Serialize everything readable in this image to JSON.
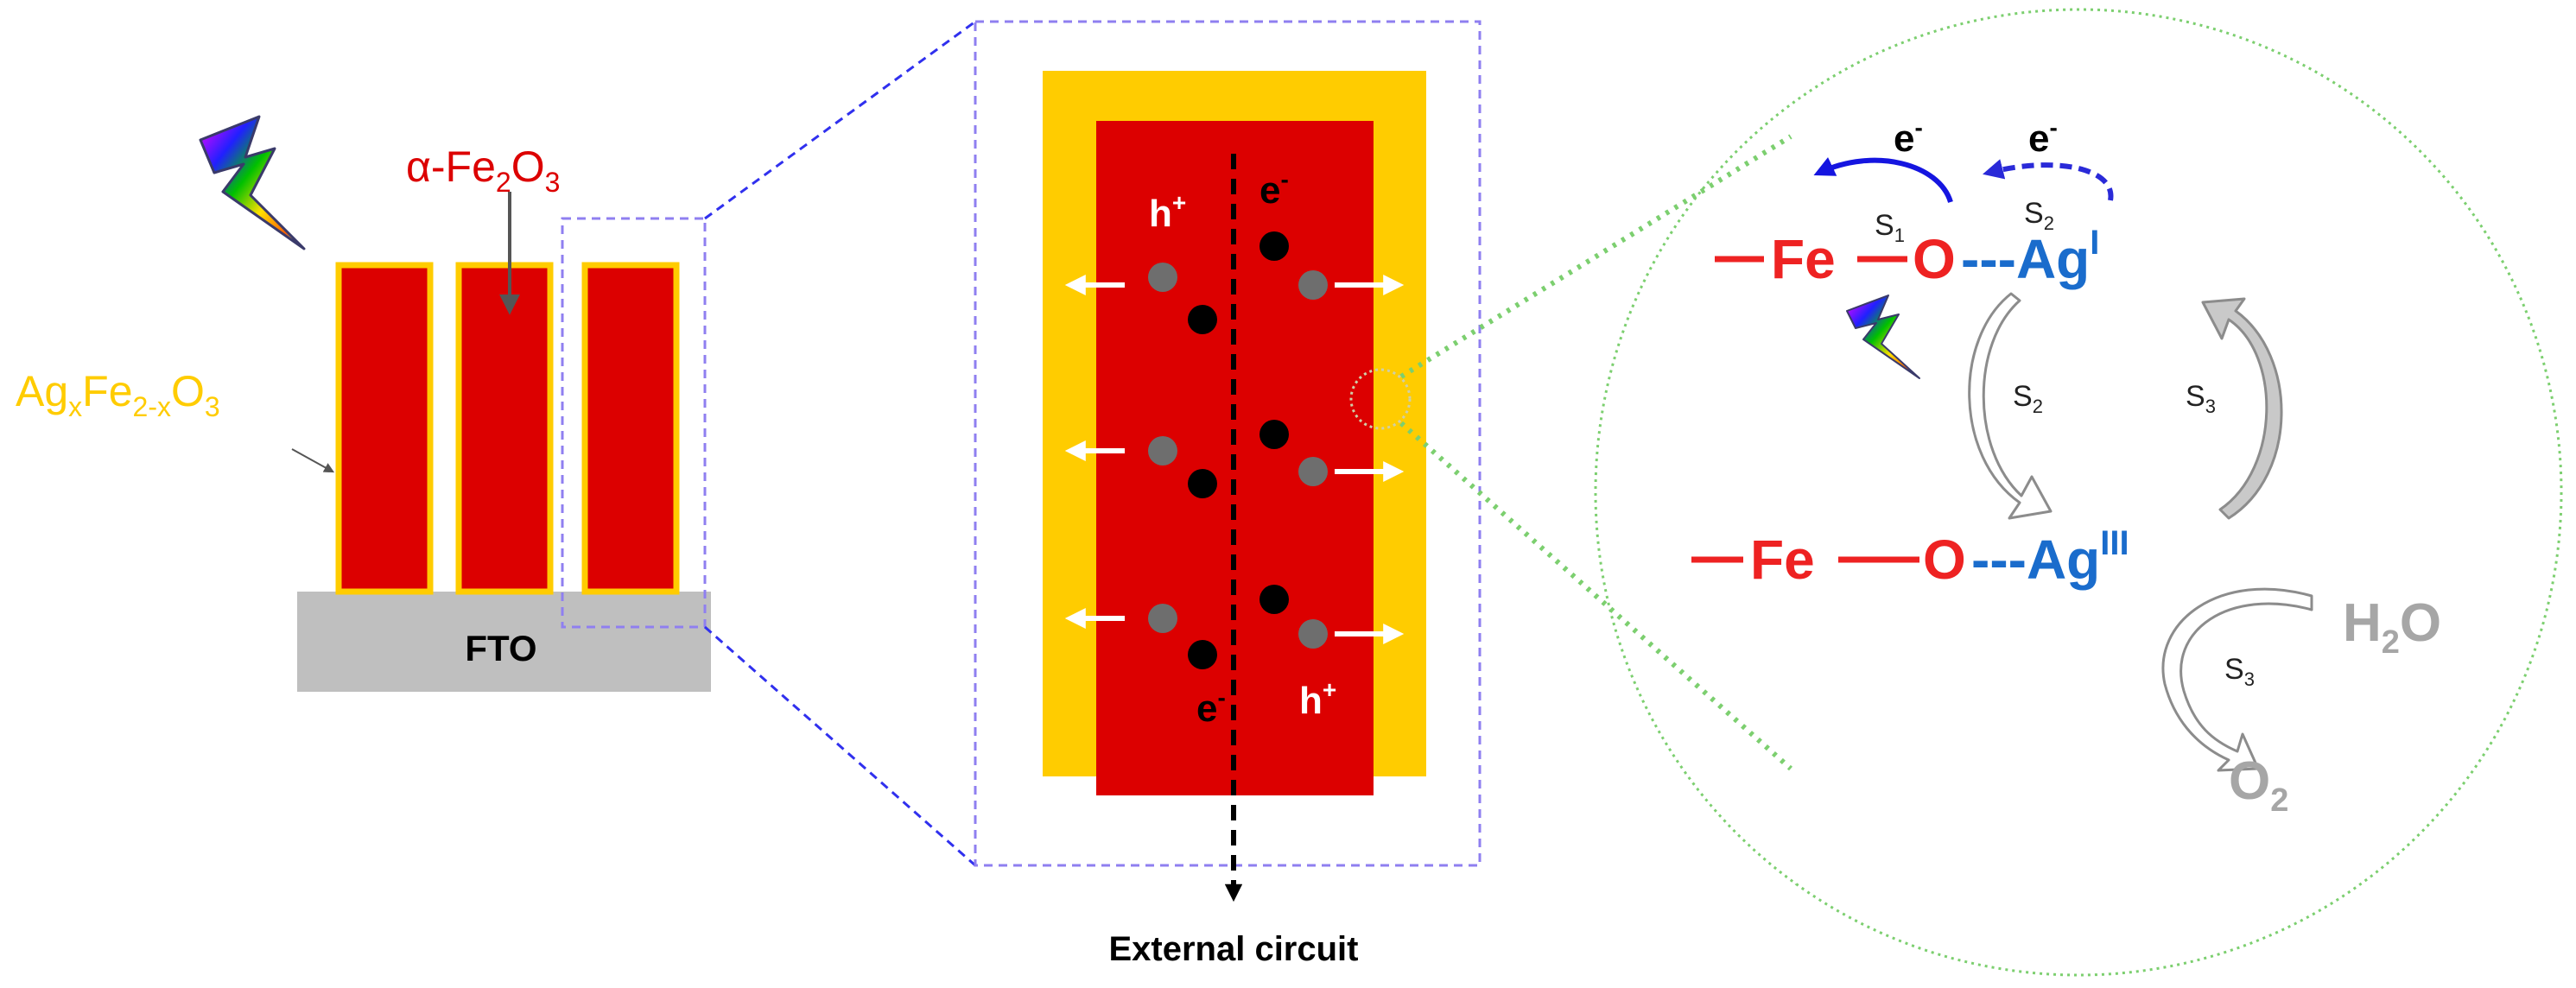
{
  "colors": {
    "hematite_red": "#dc0000",
    "shell_yellow": "#ffcc00",
    "substrate_gray": "#bfbfbf",
    "zoom_box_purple": "#8f7ff0",
    "zoom_line_blue": "#3030ee",
    "zoom_circle_green": "#7ccf6f",
    "fe_o_red": "#ee2222",
    "ag_blue": "#1a6ccc",
    "cycle_gray": "#a6a6a6",
    "electron_black": "#000000",
    "hole_gray": "#6e6e6e",
    "dark_blue_arrow": "#1515e0"
  },
  "icons": {
    "light": "lightning-bolt-icon"
  },
  "left_panel": {
    "alpha_fe2o3_label": {
      "base": "α-Fe",
      "sub1": "2",
      "mid": "O",
      "sub2": "3"
    },
    "agfeo_label": {
      "base": "Ag",
      "sub1": "x",
      "mid": "Fe",
      "sub2": "2-x",
      "mid2": "O",
      "sub3": "3"
    },
    "substrate_label": "FTO"
  },
  "middle_panel": {
    "hole_symbol": "h",
    "electron_symbol": "e",
    "plus": "+",
    "minus": "-",
    "circuit_label": "External circuit"
  },
  "right_panel": {
    "electron_label": "e",
    "minus": "-",
    "fe": "Fe",
    "o": "O",
    "ag": "Ag",
    "ag1_ox": "I",
    "ag3_ox": "III",
    "dashes": "---",
    "s_prefix": "S",
    "s1_sub": "1",
    "s2_sub": "2",
    "s3_sub": "3",
    "water": {
      "base": "H",
      "sub": "2",
      "end": "O"
    },
    "oxygen": {
      "base": "O",
      "sub": "2"
    }
  }
}
